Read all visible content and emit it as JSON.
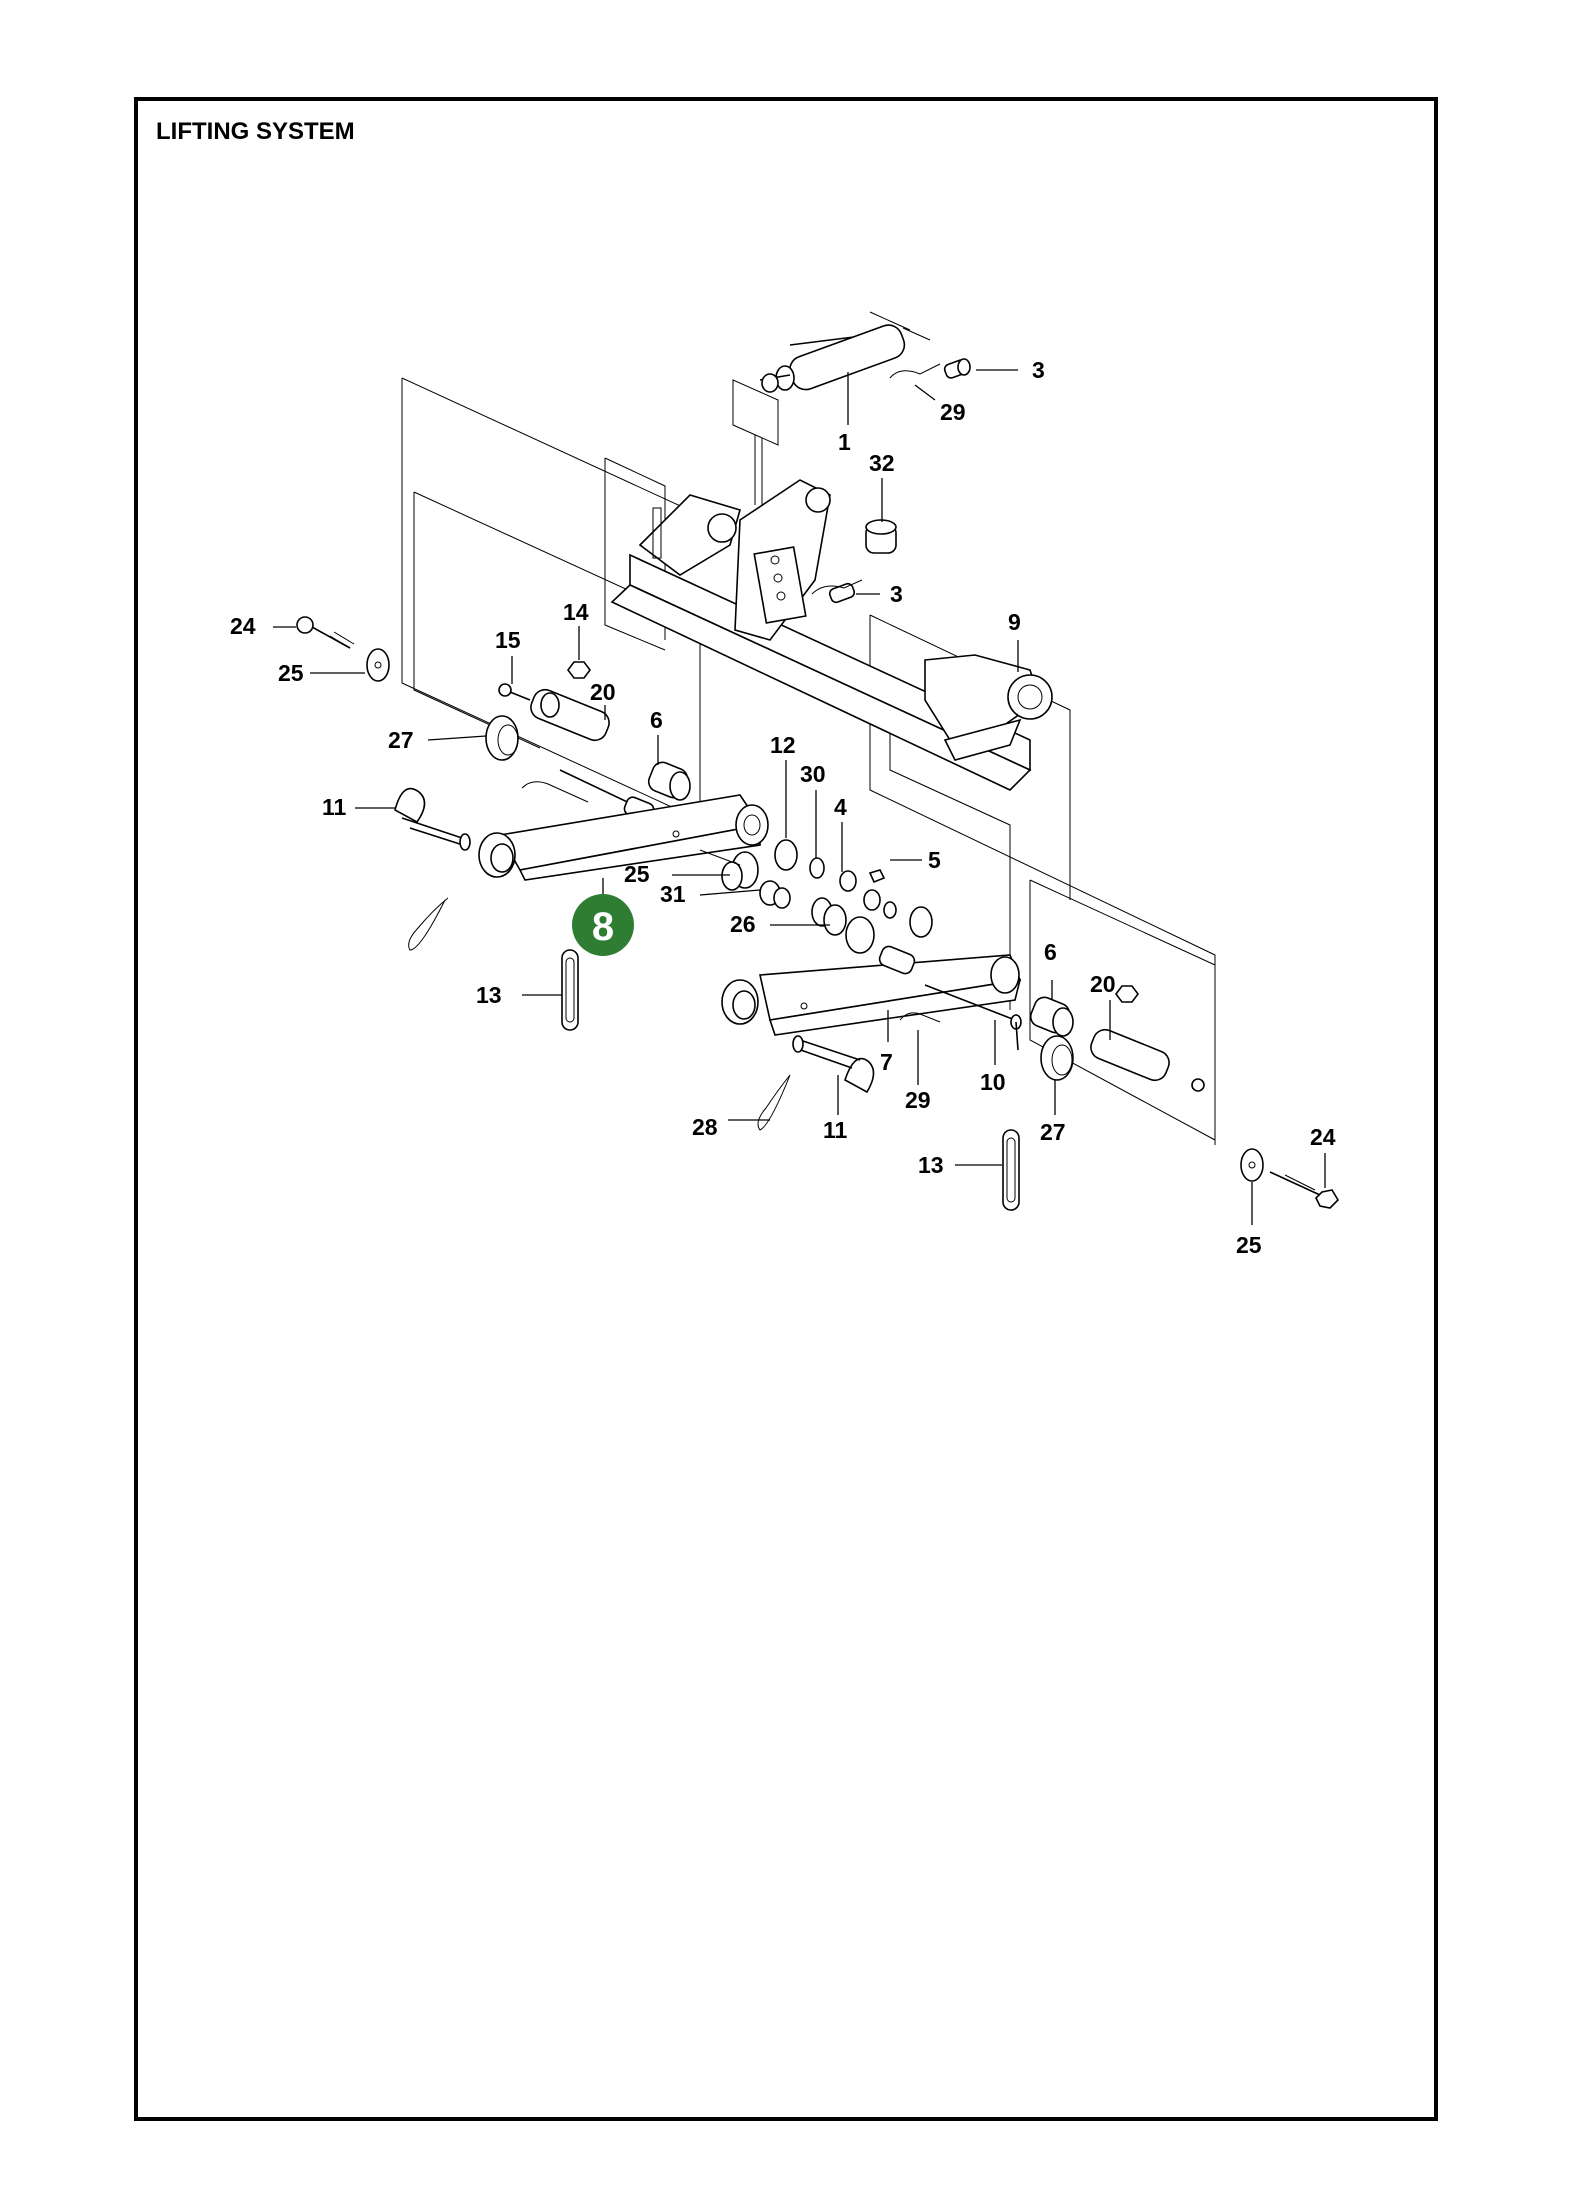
{
  "page": {
    "title": "LIFTING SYSTEM"
  },
  "badge": {
    "label": "8",
    "color": "#2e7d32"
  },
  "callouts": {
    "c1": "1",
    "c3a": "3",
    "c3b": "3",
    "c29a": "29",
    "c32": "32",
    "c9": "9",
    "c24a": "24",
    "c25a": "25",
    "c14": "14",
    "c15": "15",
    "c20a": "20",
    "c6a": "6",
    "c27a": "27",
    "c11a": "11",
    "c12": "12",
    "c30": "30",
    "c4": "4",
    "c5": "5",
    "c25b": "25",
    "c31": "31",
    "c26": "26",
    "c13a": "13",
    "c6b": "6",
    "c20b": "20",
    "c7": "7",
    "c29b": "29",
    "c10": "10",
    "c27b": "27",
    "c28": "28",
    "c11b": "11",
    "c13b": "13",
    "c24b": "24",
    "c25c": "25"
  }
}
